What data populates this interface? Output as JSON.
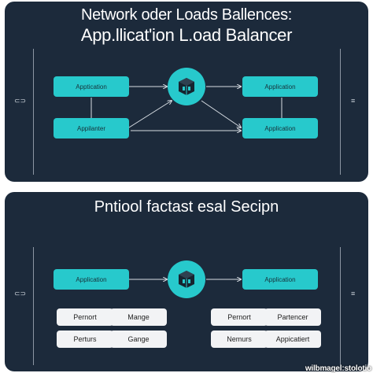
{
  "top_panel": {
    "title_line1": "Network oder Loads Ballences:",
    "title_line2": "App.llicat'ion  L.oad  Balancer",
    "left_glyph": "⊂⊃",
    "right_glyph": "≡",
    "nodes": {
      "top_left": "Apptication",
      "bottom_left": "Appilanter",
      "top_right": "Application",
      "bottom_right": "Application"
    },
    "hub_icon": "cube-icon"
  },
  "bottom_panel": {
    "title": "Pntiool factast esal Secipn",
    "left_glyph": "⊂⊃",
    "right_glyph": "≡",
    "nodes": {
      "left": "Application",
      "right": "Application"
    },
    "hub_icon": "cube-icon",
    "chips": {
      "left_row1_a": "Pernort",
      "left_row1_b": "Mange",
      "left_row2_a": "Perturs",
      "left_row2_b": "Gange",
      "right_row1_a": "Pernort",
      "right_row1_b": "Partencer",
      "right_row2_a": "Nemurs",
      "right_row2_b": "Appicatiert"
    }
  },
  "watermark": "wilbmagel:stolotio",
  "colors": {
    "panel": "#1c2a3b",
    "accent": "#27c9cc",
    "chip": "#f2f3f5"
  }
}
